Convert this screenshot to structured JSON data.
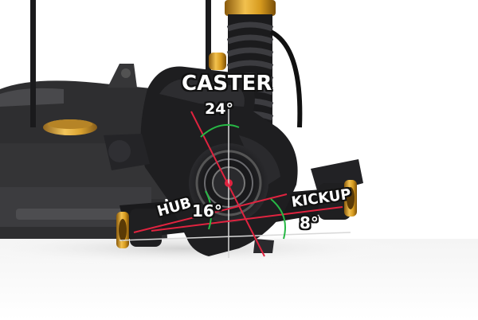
{
  "photo": {
    "subject": "rc-car-front-suspension-hub-carrier",
    "colors": {
      "background": "#ffffff",
      "plastic": "#1c1c1e",
      "aluminum_gold": "#d69a1e",
      "angle_line": "#e0233f",
      "angle_arc": "#27b845",
      "axis_line": "#8a8a8a"
    }
  },
  "annotations": {
    "caster": {
      "label": "CASTER",
      "value": "24°"
    },
    "hub": {
      "label": "HUB",
      "value": "16°"
    },
    "kickup": {
      "label": "KICKUP",
      "value": "8°"
    }
  }
}
